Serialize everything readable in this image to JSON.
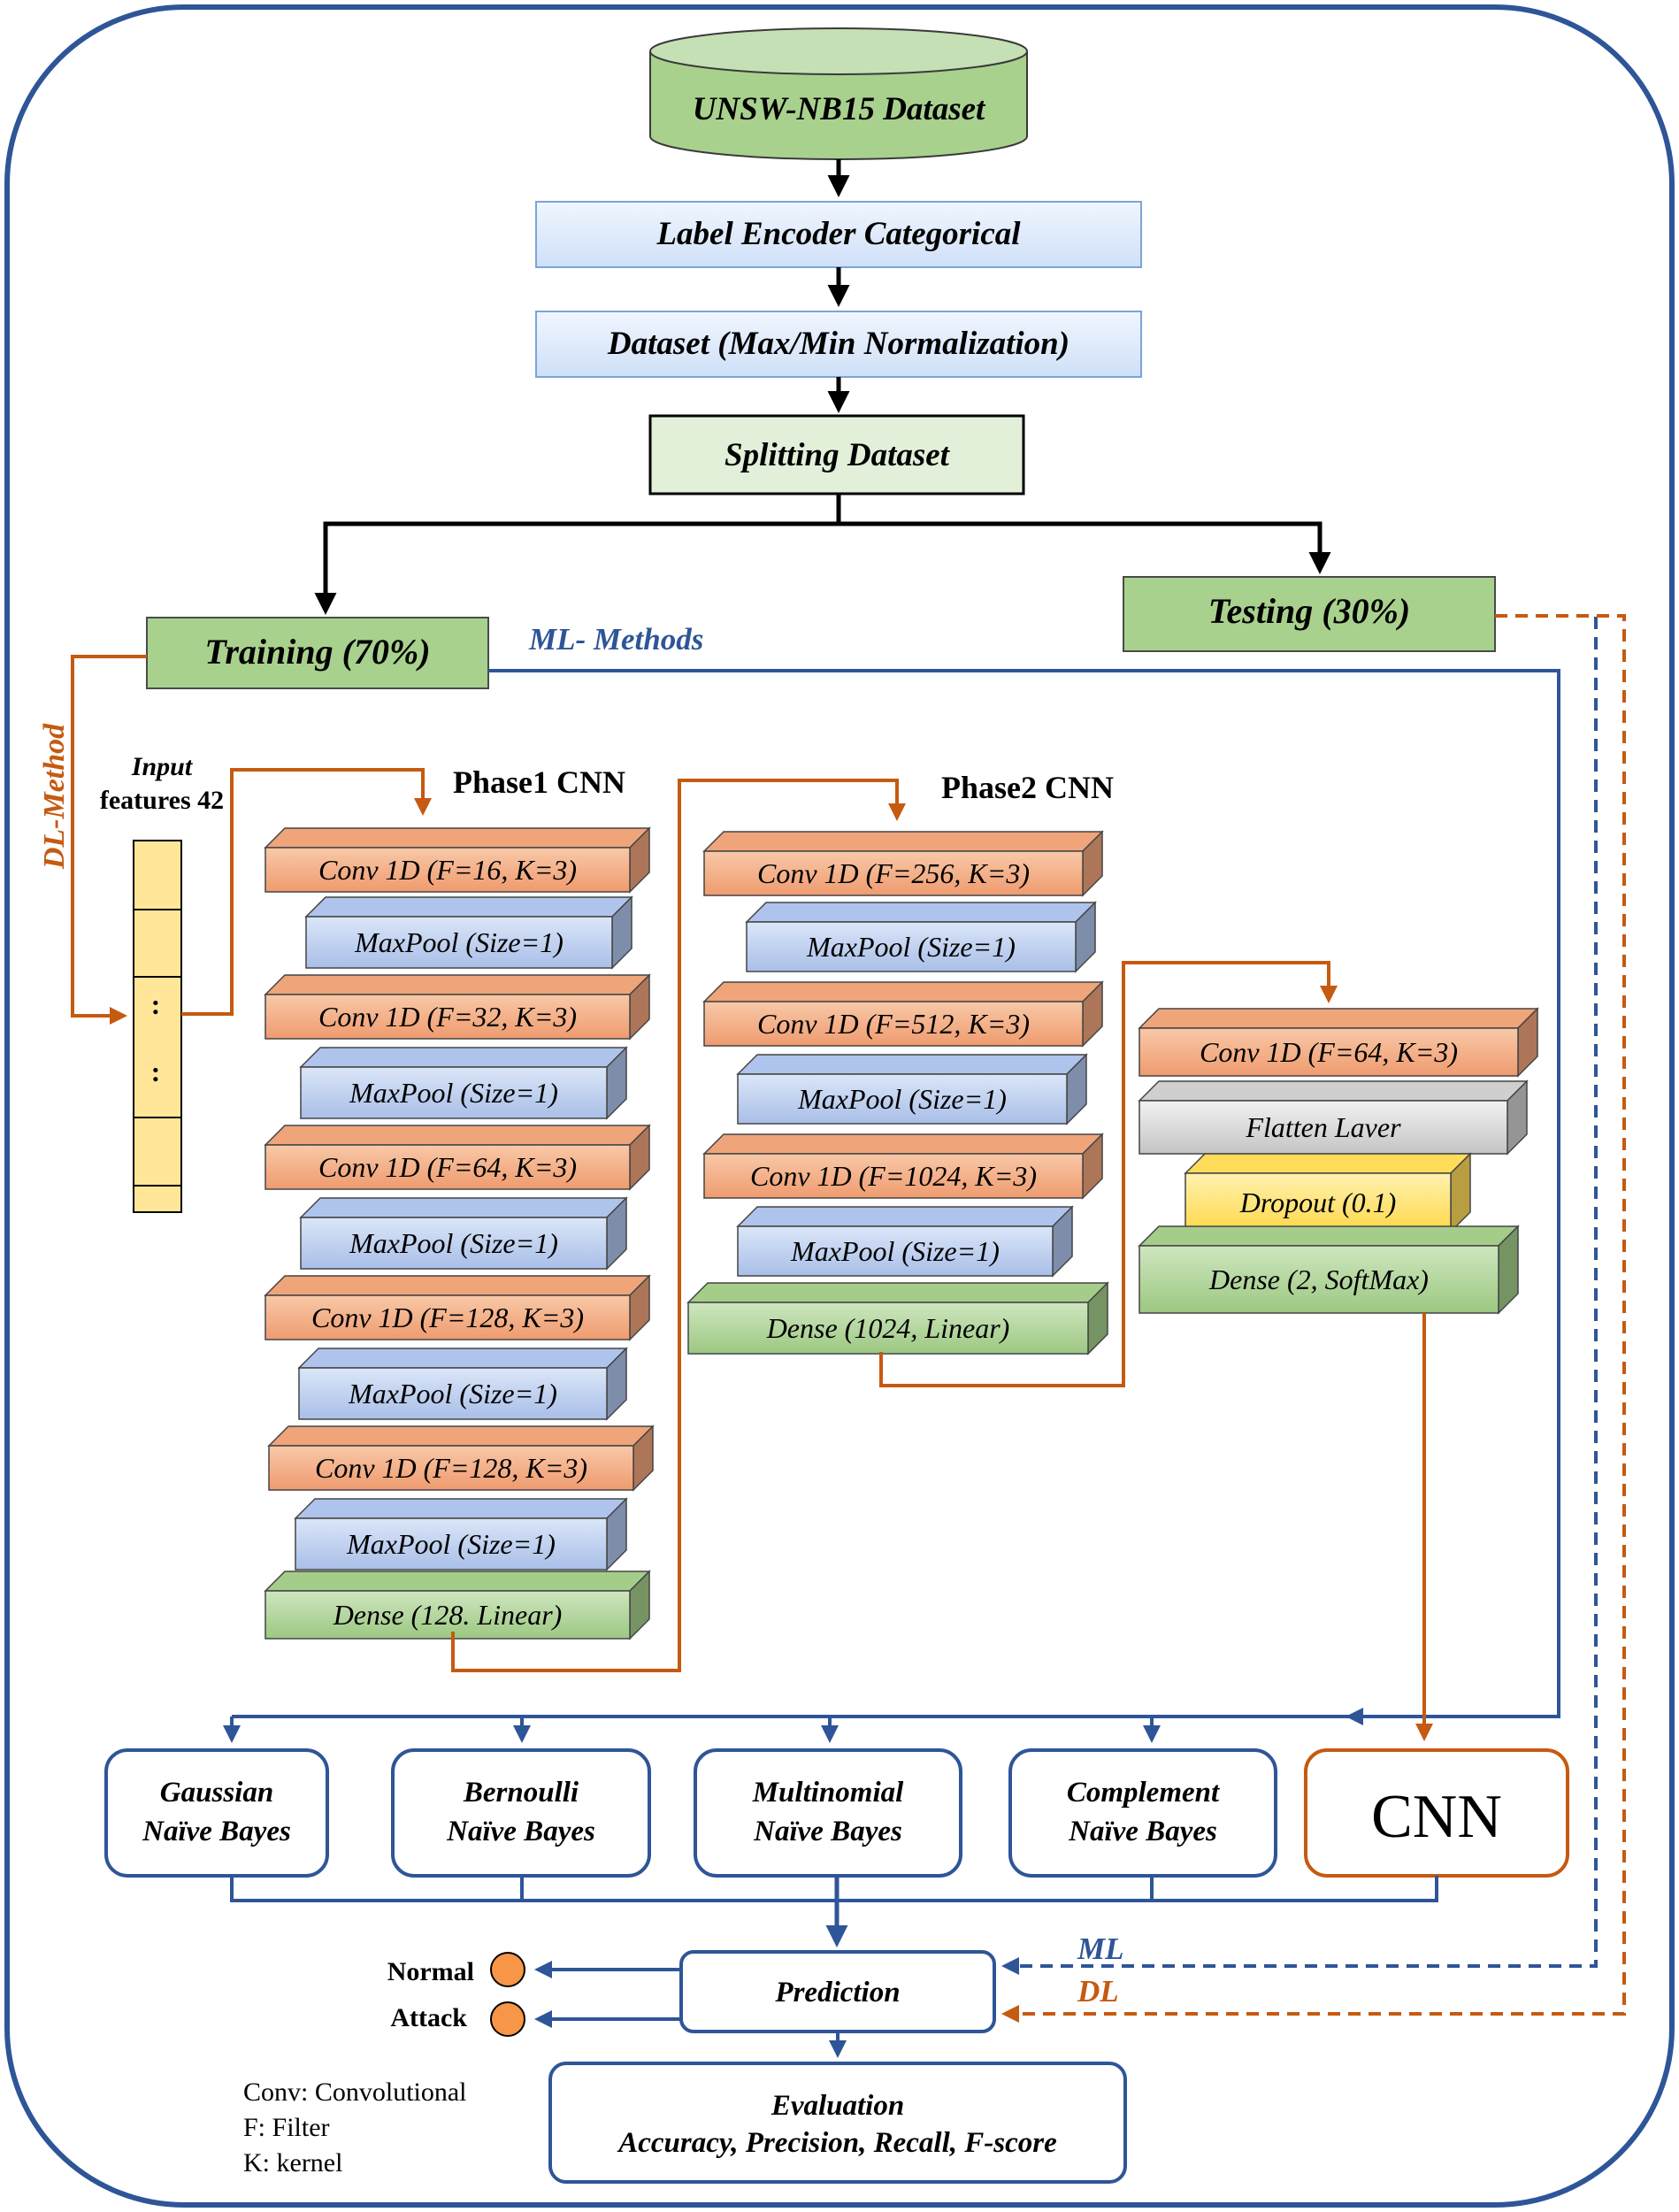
{
  "dataset": {
    "label": "UNSW-NB15 Dataset"
  },
  "steps": {
    "label_encoder": "Label Encoder Categorical",
    "normalization": "Dataset (Max/Min Normalization)",
    "splitting": "Splitting Dataset",
    "training": "Training (70%)",
    "testing": "Testing (30%)"
  },
  "branches": {
    "ml_methods": "ML- Methods",
    "dl_method": "DL-Method",
    "ml": "ML",
    "dl": "DL"
  },
  "input": {
    "line1": "Input",
    "line2": "features 42",
    "dots": ":"
  },
  "phase1": {
    "title": "Phase1 CNN",
    "layers": [
      "Conv 1D (F=16, K=3)",
      "MaxPool (Size=1)",
      "Conv 1D (F=32, K=3)",
      "MaxPool (Size=1)",
      "Conv 1D (F=64, K=3)",
      "MaxPool (Size=1)",
      "Conv 1D (F=128, K=3)",
      "MaxPool (Size=1)",
      "Conv 1D (F=128, K=3)",
      "MaxPool (Size=1)",
      "Dense (128. Linear)"
    ]
  },
  "phase2": {
    "title": "Phase2 CNN",
    "layers": [
      "Conv 1D (F=256, K=3)",
      "MaxPool (Size=1)",
      "Conv 1D (F=512, K=3)",
      "MaxPool (Size=1)",
      "Conv 1D (F=1024, K=3)",
      "MaxPool (Size=1)",
      "Dense (1024, Linear)"
    ]
  },
  "phase3": {
    "layers": [
      "Conv 1D (F=64, K=3)",
      "Flatten Laver",
      "Dropout (0.1)",
      "Dense (2, SoftMax)"
    ]
  },
  "models": {
    "gaussian": [
      "Gaussian",
      "Naïve Bayes"
    ],
    "bernoulli": [
      "Bernoulli",
      "Naïve Bayes"
    ],
    "multinomial": [
      "Multinomial",
      "Naïve Bayes"
    ],
    "complement": [
      "Complement",
      "Naïve Bayes"
    ],
    "cnn": "CNN"
  },
  "prediction": "Prediction",
  "outputs": {
    "normal": "Normal",
    "attack": "Attack"
  },
  "evaluation": {
    "title": "Evaluation",
    "metrics": "Accuracy, Precision, Recall, F-score"
  },
  "legend": [
    "Conv: Convolutional",
    "F: Filter",
    "K: kernel"
  ],
  "colors": {
    "green_fill": "#a9d18e",
    "light_green": "#e2f0d9",
    "blue_fill": "#dae8fc",
    "conv": "#f4b183",
    "maxpool": "#b4c7e7",
    "dense": "#a9d18e",
    "gray": "#d0d0d0",
    "yellow": "#ffe57f",
    "navy": "#2e5597",
    "orange": "#c55a11"
  }
}
